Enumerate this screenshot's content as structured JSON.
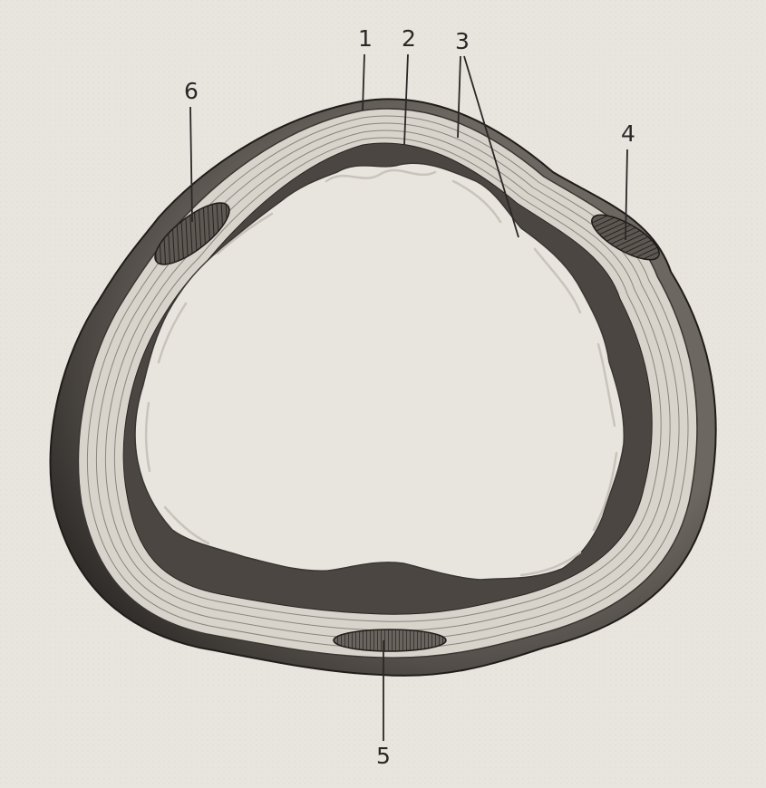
{
  "figure": {
    "labels": {
      "label_1": "1",
      "label_2": "2",
      "label_3": "3",
      "label_4": "4",
      "label_5": "5",
      "label_6": "6"
    },
    "colors": {
      "paper": "#e8e5de",
      "ink": "#2a2826",
      "serosa": "#3a3633",
      "muscle_light": "#d9d6cf",
      "muscle_dark": "#55504b"
    }
  }
}
